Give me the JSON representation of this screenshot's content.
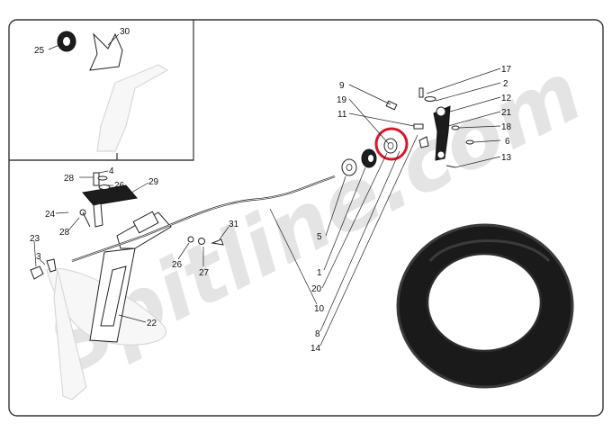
{
  "watermark": {
    "text": "Spitline.com"
  },
  "highlight": {
    "color": "#d6182a",
    "target": "19"
  },
  "colors": {
    "frame": "#333333",
    "seal": "#1a1a1a",
    "seal_highlight": "#3a3a3a"
  },
  "callouts": {
    "c25": "25",
    "c30": "30",
    "c28a": "28",
    "c4": "4",
    "c26a": "26",
    "c29": "29",
    "c24": "24",
    "c28b": "28",
    "c23": "23",
    "c3": "3",
    "c31": "31",
    "c26b": "26",
    "c27": "27",
    "c22": "22",
    "c9": "9",
    "c19": "19",
    "c11": "11",
    "c17": "17",
    "c2": "2",
    "c12": "12",
    "c21": "21",
    "c18": "18",
    "c6": "6",
    "c13": "13",
    "c5": "5",
    "c1": "1",
    "c20": "20",
    "c10": "10",
    "c8": "8",
    "c14": "14"
  }
}
